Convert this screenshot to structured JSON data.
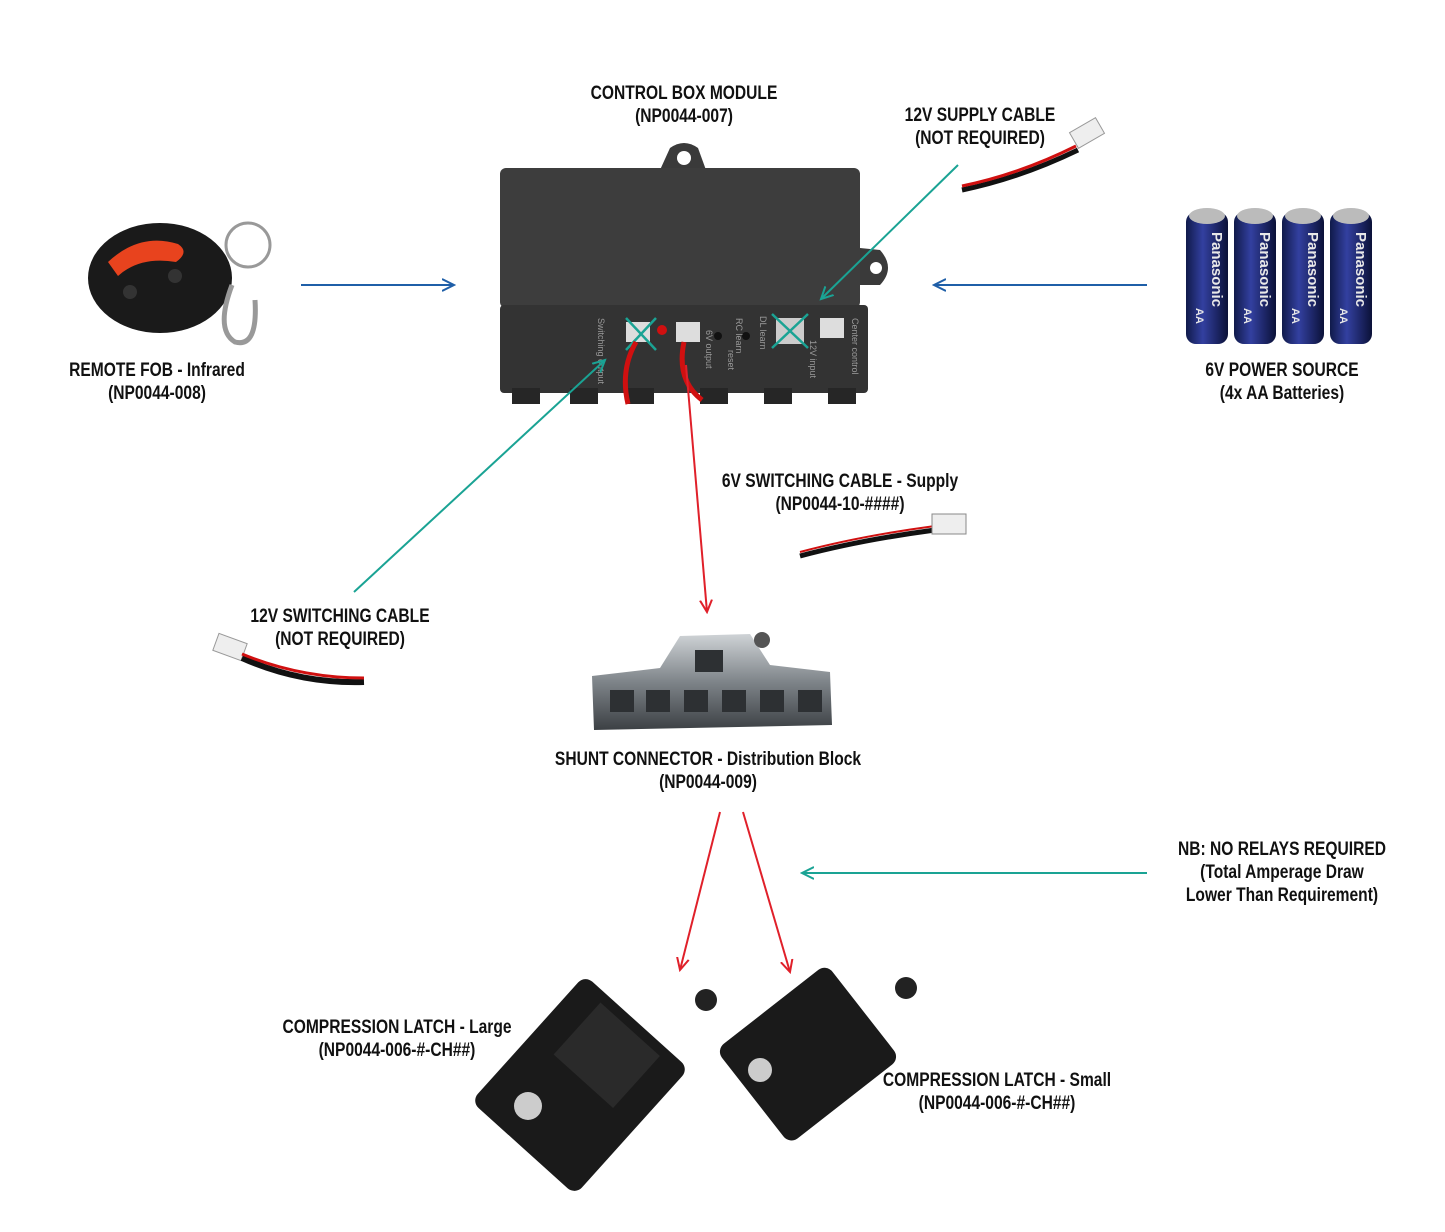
{
  "colors": {
    "blue_arrow": "#1f5fa8",
    "teal_arrow": "#1aa394",
    "red_arrow": "#e0202a"
  },
  "labels": {
    "control_box": {
      "line1": "CONTROL BOX MODULE",
      "line2": "(NP0044-007)"
    },
    "supply_12v": {
      "line1": "12V SUPPLY CABLE",
      "line2": "(NOT REQUIRED)"
    },
    "remote_fob": {
      "line1": "REMOTE FOB - Infrared",
      "line2": "(NP0044-008)"
    },
    "power_6v": {
      "line1": "6V POWER SOURCE",
      "line2": "(4x AA Batteries)"
    },
    "switching_6v": {
      "line1": "6V SWITCHING CABLE - Supply",
      "line2": "(NP0044-10-####)"
    },
    "switching_12v": {
      "line1": "12V SWITCHING CABLE",
      "line2": "(NOT REQUIRED)"
    },
    "shunt": {
      "line1": "SHUNT CONNECTOR - Distribution Block",
      "line2": "(NP0044-009)"
    },
    "note": {
      "line1": "NB: NO RELAYS REQUIRED",
      "line2": "(Total Amperage Draw",
      "line3": "Lower Than Requirement)"
    },
    "latch_large": {
      "line1": "COMPRESSION LATCH - Large",
      "line2": "(NP0044-006-#-CH##)"
    },
    "latch_small": {
      "line1": "COMPRESSION LATCH - Small",
      "line2": "(NP0044-006-#-CH##)"
    }
  },
  "control_box_ports": [
    "Switching output",
    "6V output",
    "reset",
    "RC learn",
    "DL learn",
    "12V input",
    "Center control"
  ],
  "battery_brand": "Panasonic",
  "battery_size": "AA"
}
